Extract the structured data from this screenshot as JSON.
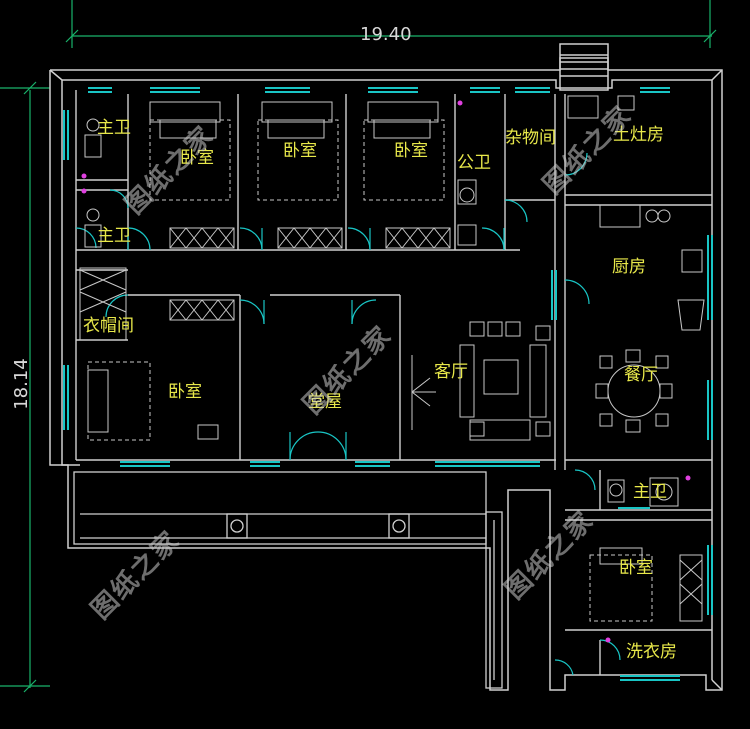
{
  "dimensions": {
    "width": "19.40",
    "height": "18.14"
  },
  "rooms": {
    "master_bath_1": "主卫",
    "master_bath_2": "主卫",
    "bedroom_1": "卧室",
    "bedroom_2": "卧室",
    "bedroom_3": "卧室",
    "public_bath": "公卫",
    "storage": "杂物间",
    "earth_stove": "土灶房",
    "kitchen": "厨房",
    "cloakroom": "衣帽间",
    "bedroom_4": "卧室",
    "main_hall": "堂屋",
    "living_room": "客厅",
    "dining": "餐厅",
    "master_bath_3": "主卫",
    "bedroom_5": "卧室",
    "laundry": "洗衣房"
  },
  "watermark": "图纸之家",
  "colors": {
    "wall": "#d0d0d0",
    "window": "#19c5c5",
    "dim": "#19b36b",
    "label": "#e8e84a",
    "background": "#000000"
  }
}
